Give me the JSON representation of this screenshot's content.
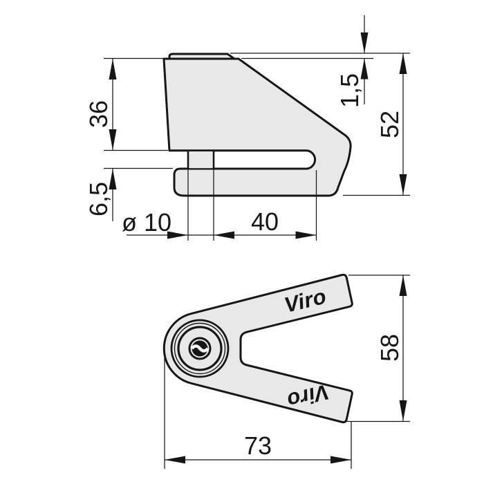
{
  "brand_label": "Viro",
  "colors": {
    "body_fill": "#e8e8e8",
    "line": "#161616",
    "background": "#ffffff"
  },
  "side_view": {
    "dims": {
      "body_height": "36",
      "disc_gap": "6,5",
      "pin_diameter": "ø 10",
      "slot_depth": "40",
      "cap_step": "1,5",
      "overall_height": "52"
    }
  },
  "front_view": {
    "dims": {
      "overall_width": "73",
      "fork_height": "58"
    }
  }
}
